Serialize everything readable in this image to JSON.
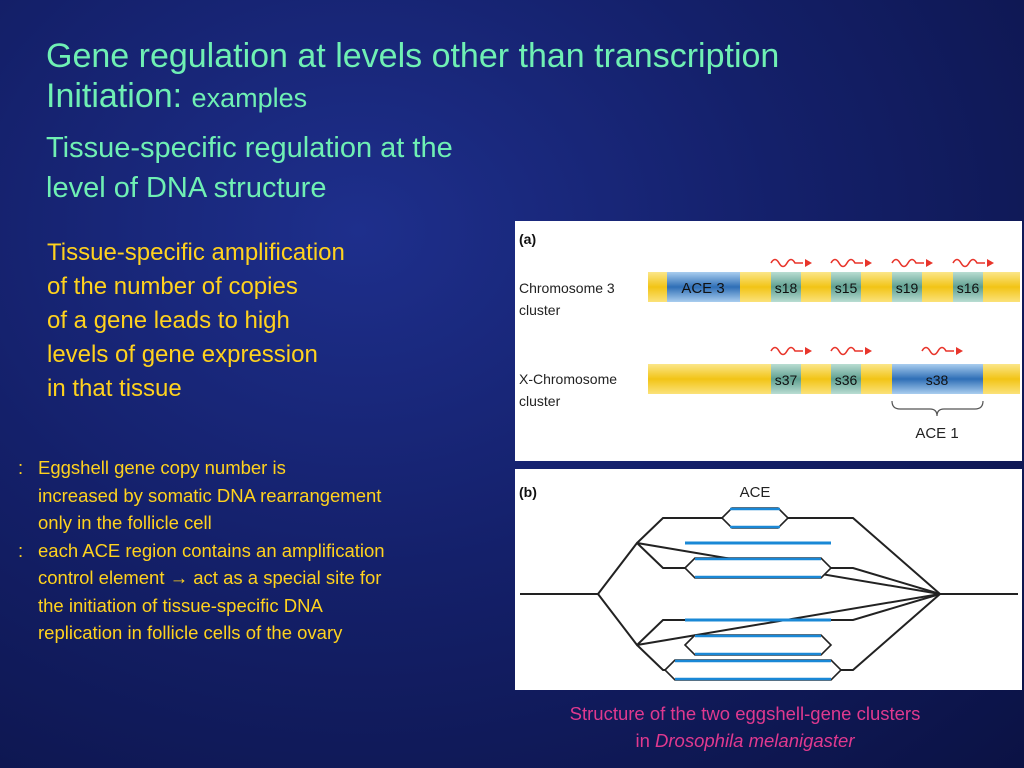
{
  "slide": {
    "title_main": "Gene regulation at levels other than transcription",
    "title_line2": "Initiation:",
    "title_small": "examples",
    "subtitle_lines": [
      "Tissue-specific regulation at the",
      "level of DNA structure"
    ],
    "intro_lines": [
      "Tissue-specific amplification",
      "of the number of copies",
      "of a gene leads to high",
      "levels of gene expression",
      "in that tissue"
    ],
    "notes": [
      {
        "marker": ":",
        "lines": [
          "Eggshell gene copy number is",
          "increased by somatic DNA rearrangement",
          "only in the follicle cell"
        ]
      },
      {
        "marker": ":",
        "lines": [
          "each ACE region contains an amplification",
          "control element → act as a special site for",
          "the initiation of tissue-specific DNA",
          "replication in follicle cells of the ovary"
        ]
      }
    ],
    "caption_line1": "Structure of the two eggshell-gene clusters",
    "caption_prefix": "in",
    "caption_species": "Drosophila melanigaster"
  },
  "figure_a": {
    "panel_label": "(a)",
    "chr3_label": [
      "Chromosome 3",
      "cluster"
    ],
    "chr3_segments": [
      "ACE 3",
      "s18",
      "s15",
      "s19",
      "s16"
    ],
    "chrx_label": [
      "X-Chromosome",
      "cluster"
    ],
    "chrx_segments": [
      "s37",
      "s36",
      "s38"
    ],
    "ace1_label": "ACE 1"
  },
  "figure_b": {
    "panel_label": "(b)",
    "ace_label": "ACE"
  },
  "colors": {
    "title": "#6ff0b4",
    "body_text": "#ffd21e",
    "caption": "#e0398f",
    "chromosome_yellow": "#f6d23c",
    "ace_blue": "#3d7cc0",
    "gene_teal": "#5f9f90",
    "transcript_arrow": "#e8352b",
    "replication_blue": "#1a88d6"
  }
}
